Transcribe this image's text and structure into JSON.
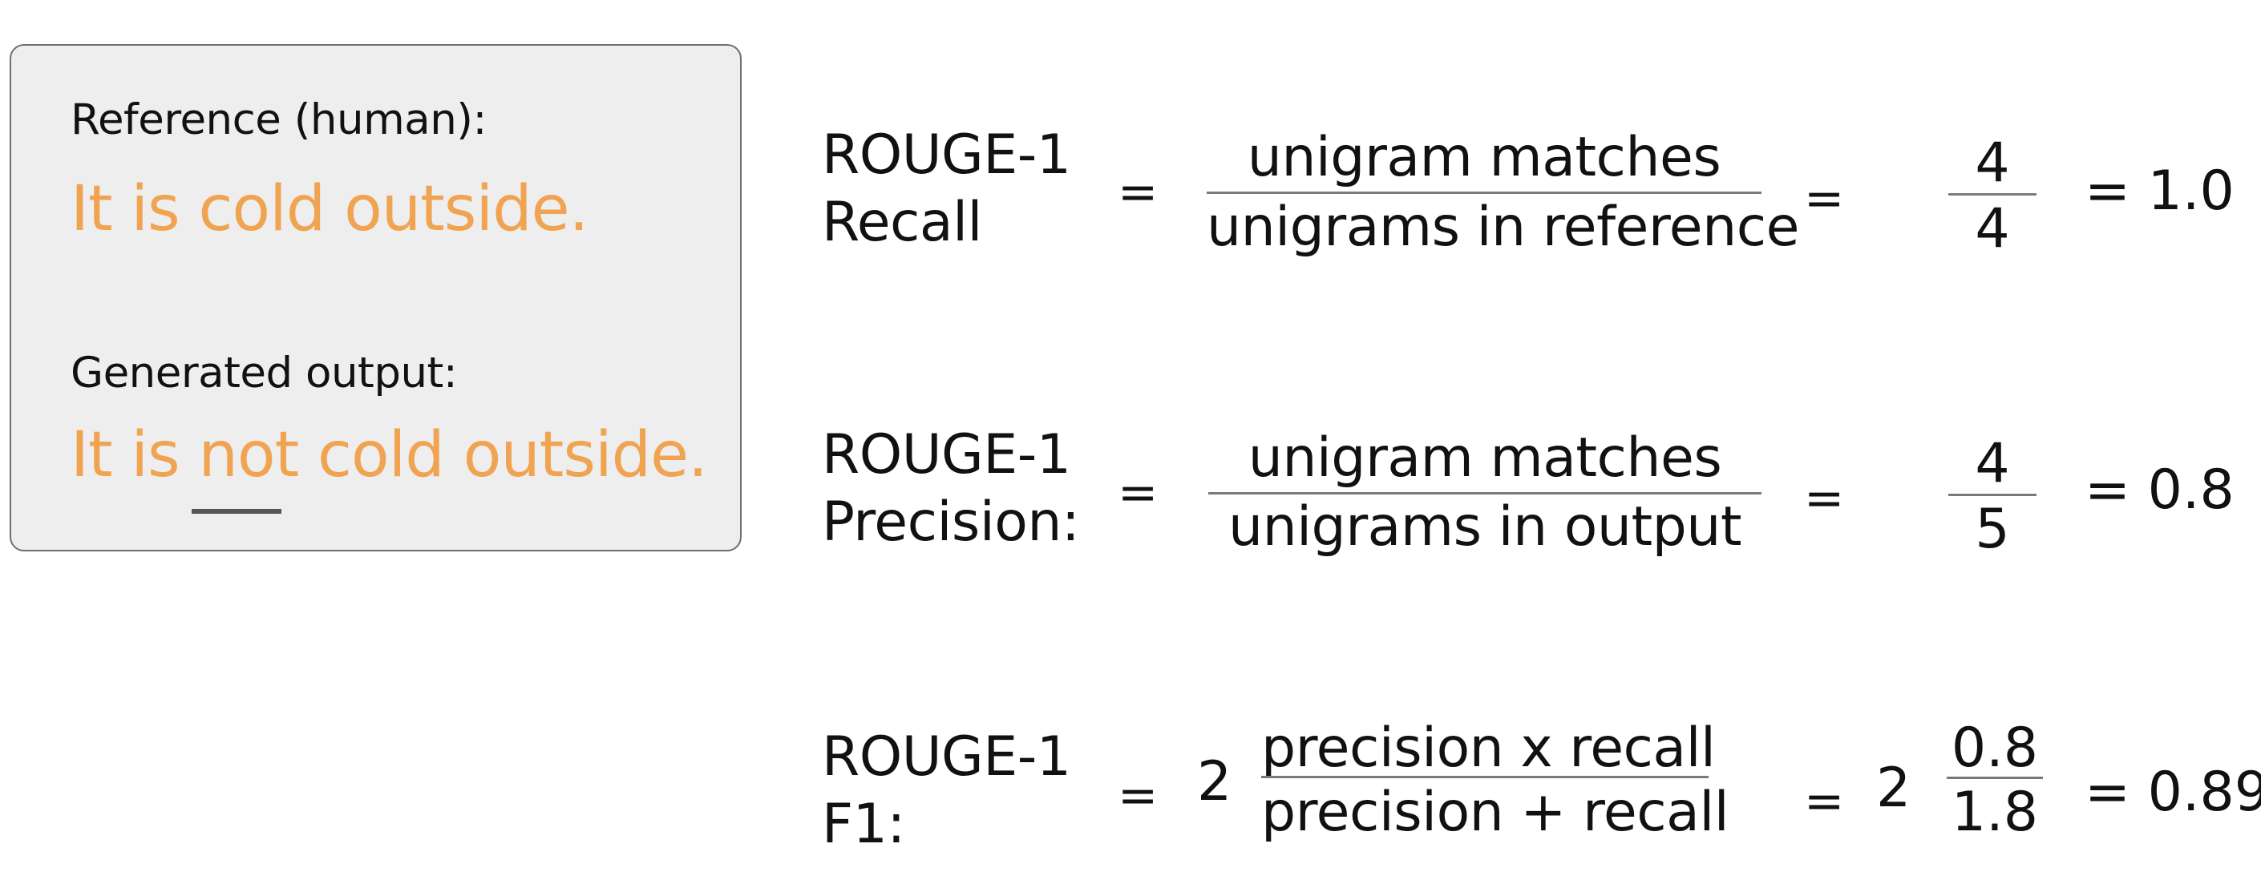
{
  "example": {
    "reference_label": "Reference (human):",
    "reference_text": "It is cold outside.",
    "generated_label": "Generated output:",
    "generated_text": "It is not cold outside.",
    "text_color": "#f0a452"
  },
  "metrics": {
    "recall": {
      "name_line1": "ROUGE-1",
      "name_line2": "Recall",
      "equals1": "=",
      "numerator": "unigram matches",
      "denominator": "unigrams in reference",
      "equals2": "=",
      "value_numerator": "4",
      "value_denominator": "4",
      "result": "= 1.0"
    },
    "precision": {
      "name_line1": "ROUGE-1",
      "name_line2": "Precision:",
      "equals1": "=",
      "numerator": "unigram matches",
      "denominator": "unigrams in output",
      "equals2": "=",
      "value_numerator": "4",
      "value_denominator": "5",
      "result": "= 0.8"
    },
    "f1": {
      "name_line1": "ROUGE-1",
      "name_line2": "F1:",
      "equals1": "=",
      "coefficient1": "2",
      "numerator": "precision x recall",
      "denominator": "precision + recall",
      "equals2": "=",
      "coefficient2": "2",
      "value_numerator": "0.8",
      "value_denominator": "1.8",
      "result": "= 0.89"
    }
  }
}
